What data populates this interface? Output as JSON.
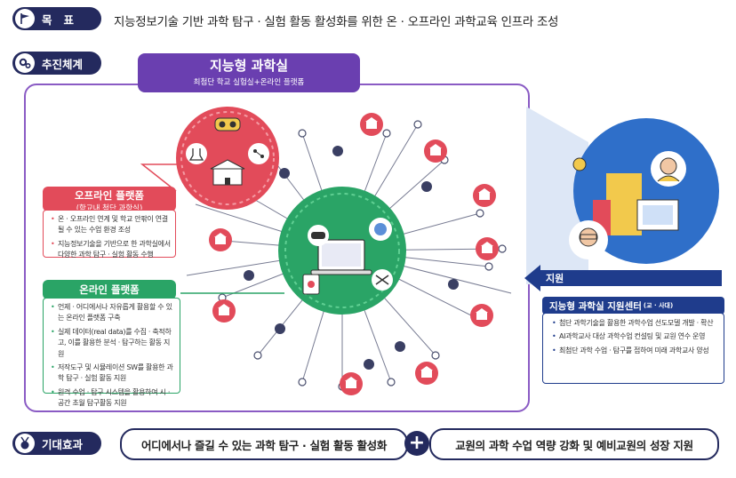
{
  "goal": {
    "label": "목   표",
    "text": "지능정보기술 기반 과학 탐구 · 실험 활동 활성화를 위한 온 · 오프라인 과학교육 인프라 조성"
  },
  "system": {
    "label": "추진체계"
  },
  "smart_lab": {
    "title": "지능형 과학실",
    "subtitle": "최첨단 학교 실험실+온라인 플랫폼"
  },
  "offline": {
    "title": "오프라인 플랫폼",
    "subtitle": "(학교내 첨단 과학실)",
    "items": [
      "온 · 오프라인 연계 및 학교 안팎이 연결될 수 있는 수업 환경 조성",
      "지능정보기술을 기반으로 한 과학실에서 다양한 과학 탐구 · 실험 활동 수행"
    ]
  },
  "online": {
    "title": "온라인 플랫폼",
    "items": [
      "언제 · 어디에서나 자유롭게 활용할 수 있는 온라인 플랫폼 구축",
      "실제 데이터(real data)를 수집 · 축적하고, 이를 활용한 분석 · 탐구하는 활동 지원",
      "저작도구 및 시뮬레이션 SW를 활용한 과학 탐구 · 실험 활동 지원",
      "원격 수업 · 탐구 시스템을 활용하여 시 · 공간 초월 탐구활동 지원"
    ]
  },
  "support": {
    "arrow_label": "지원",
    "title": "지능형 과학실 지원센터",
    "title_suffix": "(교 · 사대)",
    "items": [
      "첨단 과학기술을 활용한 과학수업 선도모델 개발 · 확산",
      "AI과학교사 대상 과학수업 컨설팅 및 교원 연수 운영",
      "최첨단 과학 수업 · 탐구를 접하여 미래 과학교사 양성"
    ]
  },
  "effect": {
    "label": "기대효과",
    "left": "어디에서나 즐길 수 있는 과학 탐구 · 실험 활동 활성화",
    "right": "교원의 과학 수업 역량 강화 및 예비교원의 성장 지원",
    "plus": "+"
  },
  "colors": {
    "navy": "#242a5e",
    "purple": "#6a3fb0",
    "red": "#e24b5a",
    "green": "#2aa466",
    "blue": "#1f3c8c"
  },
  "icons": [
    "flag-icon",
    "gears-icon",
    "medal-icon",
    "school-icon",
    "vr-headset-icon",
    "laptop-icon",
    "drone-icon",
    "ai-head-icon",
    "teacher-icon",
    "building-icon"
  ]
}
